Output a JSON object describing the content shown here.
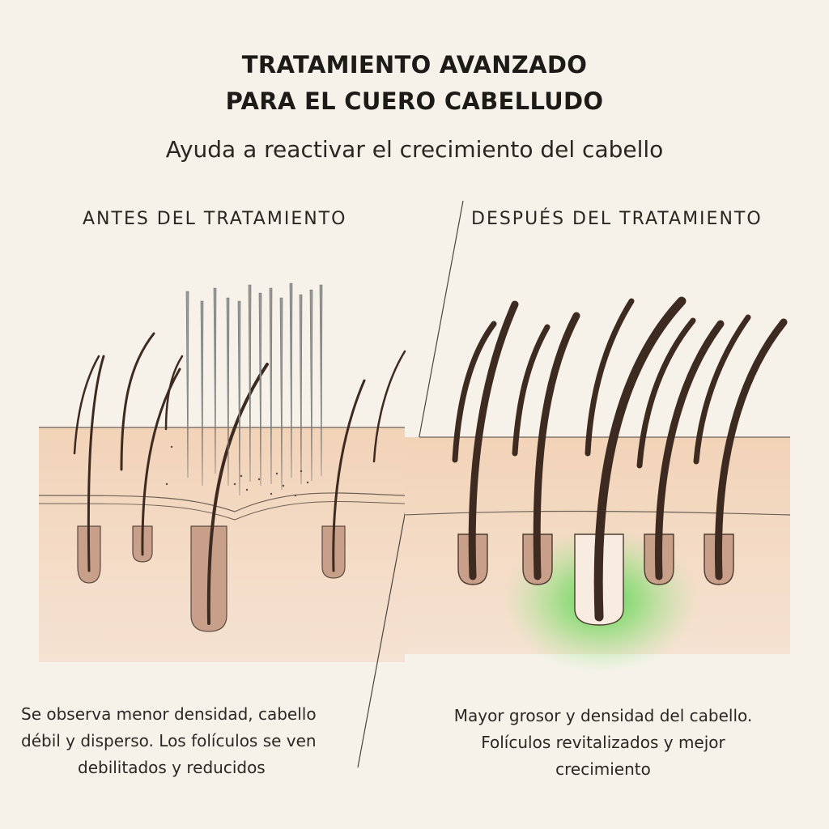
{
  "title": {
    "line1": "TRATAMIENTO AVANZADO",
    "line2": "PARA EL CUERO CABELLUDO"
  },
  "subtitle": "Ayuda a reactivar el crecimiento del cabello",
  "before": {
    "label": "ANTES DEL TRATAMIENTO",
    "caption": [
      "Se observa menor densidad, cabello",
      "débil y disperso. Los folículos se ven",
      "debilitados y reducidos"
    ]
  },
  "after": {
    "label": "DESPUÉS DEL TRATAMIENTO",
    "caption": [
      "Mayor grosor y densidad del cabello.",
      "Folículos revitalizados y mejor",
      "crecimiento"
    ]
  },
  "colors": {
    "background": "#f6f2ea",
    "skin": "#f1d2b6",
    "skin_deep": "#f5dcc8",
    "hair": "#3d2a20",
    "needle": "#8e8e8e",
    "glow": "#4cd34a"
  }
}
